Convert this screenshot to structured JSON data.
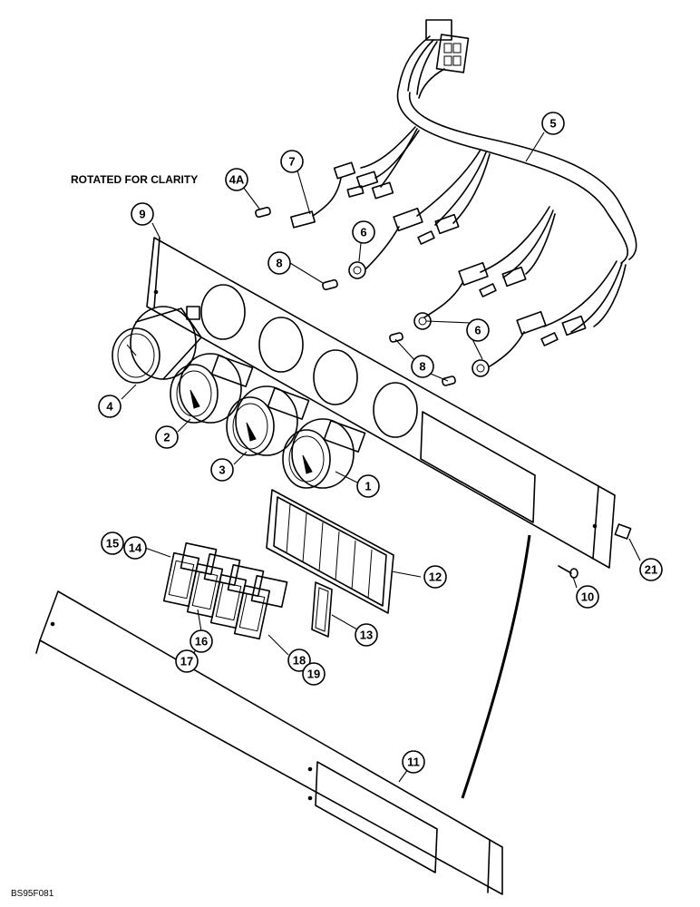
{
  "caption": "ROTATED FOR CLARITY",
  "figure_code": "BS95F081",
  "callouts": {
    "c1": "1",
    "c2": "2",
    "c3": "3",
    "c4": "4",
    "c4a": "4A",
    "c5": "5",
    "c6a": "6",
    "c6b": "6",
    "c7": "7",
    "c8a": "8",
    "c8b": "8",
    "c9": "9",
    "c10": "10",
    "c11": "11",
    "c12": "12",
    "c13": "13",
    "c14": "14",
    "c15": "15",
    "c16": "16",
    "c17": "17",
    "c18": "18",
    "c19": "19",
    "c21": "21"
  }
}
